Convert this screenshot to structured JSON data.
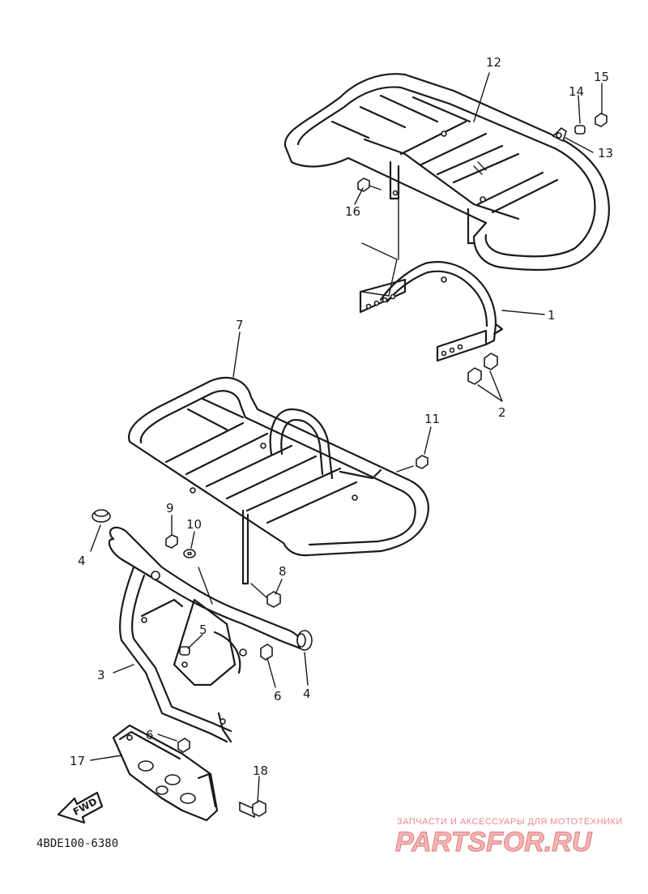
{
  "callouts": {
    "c1": "1",
    "c2": "2",
    "c3": "3",
    "c4a": "4",
    "c4b": "4",
    "c5": "5",
    "c6a": "6",
    "c6b": "6",
    "c7": "7",
    "c8": "8",
    "c9": "9",
    "c10": "10",
    "c11": "11",
    "c12": "12",
    "c13": "13",
    "c14": "14",
    "c15": "15",
    "c16": "16",
    "c17": "17",
    "c18": "18"
  },
  "fwd_label": "FWD",
  "diagram_code": "4BDE100-6380",
  "watermark": {
    "tagline": "ЗАПЧАСТИ И АКСЕССУАРЫ ДЛЯ МОТОТЕХНИКИ",
    "site": "PARTSFOR.RU"
  },
  "colors": {
    "line": "#1a1a1a",
    "watermark": "#e07a7a"
  }
}
